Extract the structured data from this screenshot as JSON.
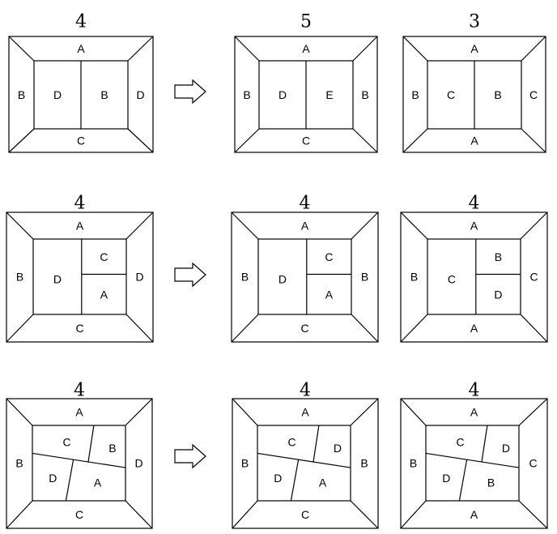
{
  "rows": [
    {
      "arrow_icon": "right-arrow-icon",
      "panels": [
        {
          "count": "4",
          "outer": {
            "top": "A",
            "left": "B",
            "right": "D",
            "bottom": "C"
          },
          "regions": [
            "D",
            "B"
          ]
        },
        {
          "count": "5",
          "outer": {
            "top": "A",
            "left": "B",
            "right": "B",
            "bottom": "C"
          },
          "regions": [
            "D",
            "E"
          ]
        },
        {
          "count": "3",
          "outer": {
            "top": "A",
            "left": "B",
            "right": "C",
            "bottom": "A"
          },
          "regions": [
            "C",
            "B"
          ]
        }
      ]
    },
    {
      "arrow_icon": "right-arrow-icon",
      "panels": [
        {
          "count": "4",
          "outer": {
            "top": "A",
            "left": "B",
            "right": "D",
            "bottom": "C"
          },
          "regions": [
            "D",
            "C",
            "A"
          ]
        },
        {
          "count": "4",
          "outer": {
            "top": "A",
            "left": "B",
            "right": "B",
            "bottom": "C"
          },
          "regions": [
            "D",
            "C",
            "A"
          ]
        },
        {
          "count": "4",
          "outer": {
            "top": "A",
            "left": "B",
            "right": "C",
            "bottom": "A"
          },
          "regions": [
            "C",
            "B",
            "D"
          ]
        }
      ]
    },
    {
      "arrow_icon": "right-arrow-icon",
      "panels": [
        {
          "count": "4",
          "outer": {
            "top": "A",
            "left": "B",
            "right": "D",
            "bottom": "C"
          },
          "regions": [
            "C",
            "B",
            "D",
            "A"
          ]
        },
        {
          "count": "4",
          "outer": {
            "top": "A",
            "left": "B",
            "right": "B",
            "bottom": "C"
          },
          "regions": [
            "C",
            "D",
            "D",
            "A"
          ]
        },
        {
          "count": "4",
          "outer": {
            "top": "A",
            "left": "B",
            "right": "C",
            "bottom": "A"
          },
          "regions": [
            "C",
            "D",
            "D",
            "B"
          ]
        }
      ]
    }
  ]
}
